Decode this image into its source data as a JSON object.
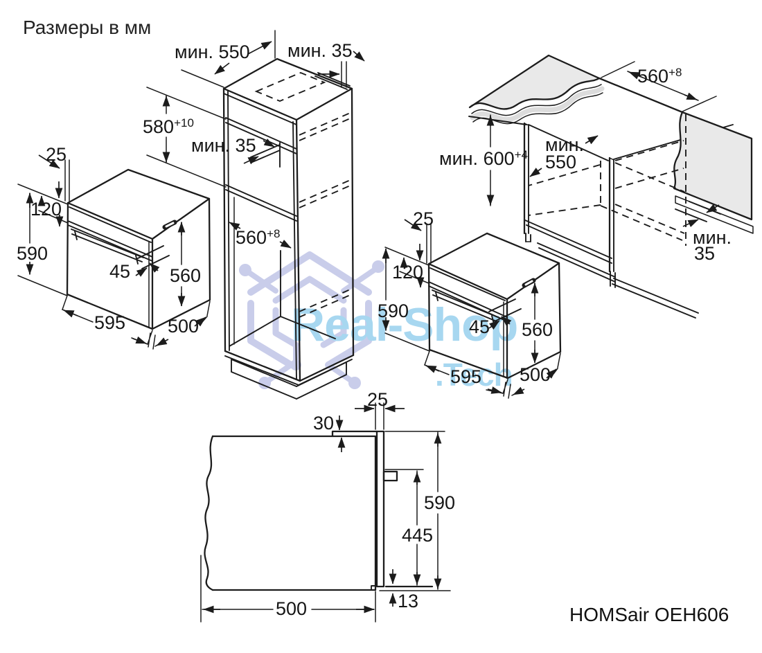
{
  "page": {
    "title": "Размеры в мм",
    "model": "HOMSair OEH606",
    "background": "#ffffff",
    "line_color": "#1c1c1c"
  },
  "watermark": {
    "brand": "Real-Shop",
    "suffix": ".Tech",
    "text_color": "#a7d7f0",
    "logo_color": "#c9cdea"
  },
  "oven_front_left": {
    "dims": {
      "front_overhang": "25",
      "panel_height": "120",
      "front_height": "590",
      "handle_depth": "45",
      "body_height": "560",
      "width": "595",
      "depth": "500"
    }
  },
  "oven_front_right": {
    "dims": {
      "front_overhang": "25",
      "panel_height": "120",
      "front_height": "590",
      "handle_depth": "45",
      "body_height": "560",
      "width": "595",
      "depth": "500"
    }
  },
  "tall_cabinet": {
    "dims": {
      "min_depth": "мин. 550",
      "top_rear_gap": "мин. 35",
      "niche_height": "580",
      "niche_height_tol": "+10",
      "mid_rear_gap": "мин. 35",
      "niche_width": "560",
      "niche_width_tol": "+8"
    }
  },
  "base_cabinet": {
    "dims": {
      "niche_width": "560",
      "niche_width_tol": "+8",
      "min_height_word": "мин.",
      "min_height": "600",
      "min_height_tol": "+4",
      "min_depth_word": "мин.",
      "min_depth_value": "550",
      "rear_gap_word": "мин.",
      "rear_gap_value": "35"
    }
  },
  "side_view": {
    "dims": {
      "door_thickness": "25",
      "top_offset": "30",
      "height": "590",
      "handle_to_bottom": "445",
      "bottom_gap": "13",
      "depth": "500"
    }
  }
}
